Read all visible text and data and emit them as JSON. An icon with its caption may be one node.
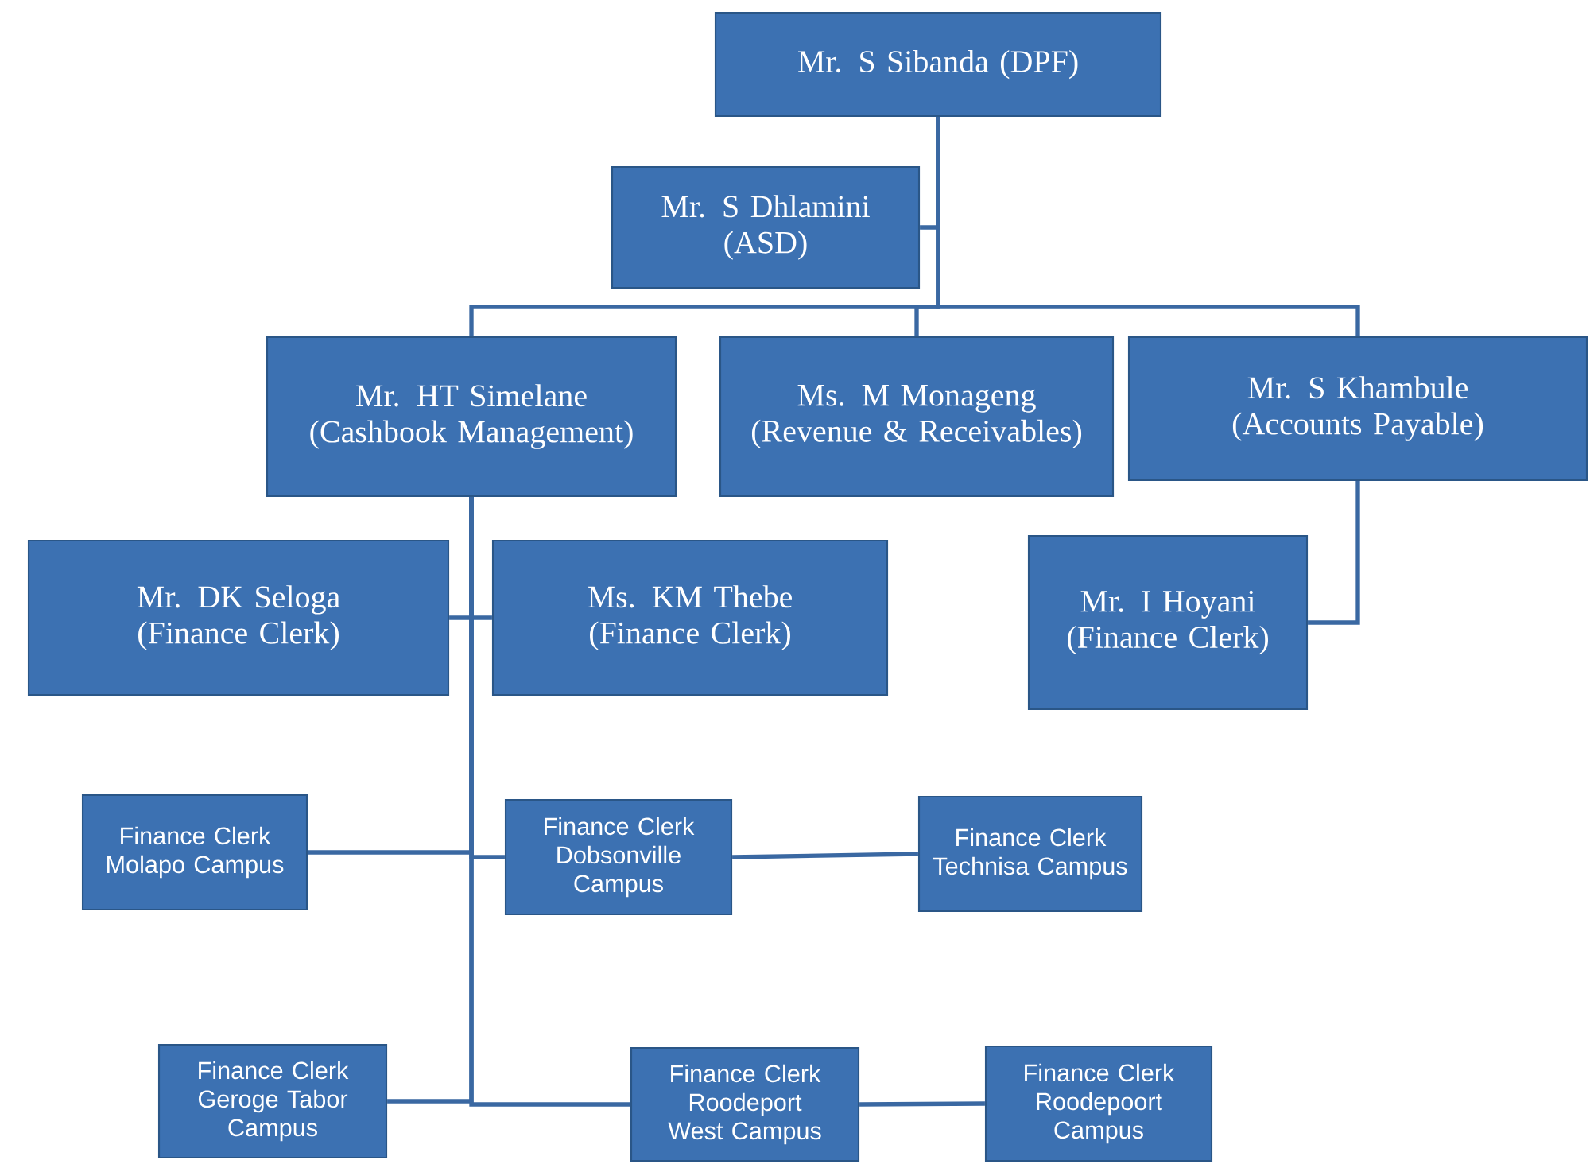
{
  "diagram": {
    "nodes": [
      {
        "text": [
          "Mr. S Sibanda (DPF)"
        ]
      },
      {
        "text": [
          "Mr. S Dhlamini (ASD)"
        ]
      },
      {
        "text": [
          "Mr. HT Simelane (Cashbook Management)"
        ]
      },
      {
        "text": [
          "Ms. M Monageng (Revenue & Receivables)"
        ]
      },
      {
        "text": [
          "Mr. S Khambule (Accounts Payable)"
        ]
      },
      {
        "text": [
          "Mr. DK Seloga (Finance Clerk)"
        ]
      },
      {
        "text": [
          "Ms. KM Thebe (Finance Clerk)"
        ]
      },
      {
        "text": [
          "Mr. I Hoyani (Finance Clerk)"
        ]
      },
      {
        "text": [
          "Finance Clerk Molapo Campus"
        ]
      },
      {
        "text": [
          "Finance Clerk Dobsonville Campus"
        ]
      },
      {
        "text": [
          "Finance Clerk Technisa Campus"
        ]
      },
      {
        "text": [
          "Finance Clerk Geroge Tabor Campus"
        ]
      },
      {
        "text": [
          "Finance Clerk Roodeport West Campus"
        ]
      },
      {
        "text": [
          "Finance Clerk Roodepoort Campus"
        ]
      }
    ],
    "edges": [
      {
        "from": 0,
        "to": 1,
        "arrow": "none"
      },
      {
        "from": 0,
        "to": 2,
        "arrow": "none"
      },
      {
        "from": 0,
        "to": 3,
        "arrow": "none"
      },
      {
        "from": 0,
        "to": 4,
        "arrow": "none"
      },
      {
        "from": 2,
        "to": 5,
        "arrow": "none"
      },
      {
        "from": 2,
        "to": 6,
        "arrow": "none"
      },
      {
        "from": 4,
        "to": 7,
        "arrow": "none"
      },
      {
        "from": 2,
        "to": 8,
        "arrow": "none"
      },
      {
        "from": 2,
        "to": 9,
        "arrow": "none"
      },
      {
        "from": 9,
        "to": 10,
        "arrow": "none"
      },
      {
        "from": 2,
        "to": 11,
        "arrow": "none"
      },
      {
        "from": 2,
        "to": 12,
        "arrow": "none"
      },
      {
        "from": 12,
        "to": 13,
        "arrow": "none"
      }
    ]
  }
}
